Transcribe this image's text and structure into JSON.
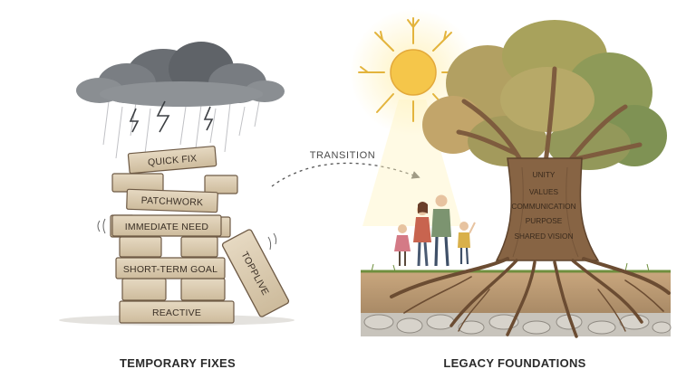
{
  "left_panel": {
    "caption": "TEMPORARY FIXES",
    "blocks": [
      "QUICK FIX",
      "PATCHWORK",
      "IMMEDIATE NEED",
      "SHORT-TERM GOAL",
      "REACTIVE"
    ],
    "falling_block": "TOPPLIVE"
  },
  "transition": {
    "label": "TRANSITION"
  },
  "right_panel": {
    "caption": "LEGACY FOUNDATIONS",
    "trunk_words": [
      "UNITY",
      "VALUES",
      "COMMUNICATION",
      "PURPOSE",
      "SHARED VISION"
    ]
  },
  "colors": {
    "wood": "#dccdb4",
    "wood_edge": "#6e5a45",
    "storm_cloud": "#6f7378",
    "sun": "#f5c64a",
    "foliage": "#9aa05a",
    "trunk": "#7e5c3e"
  },
  "icons": [
    "storm-cloud-icon",
    "lightning-icon",
    "sun-icon",
    "tree-icon",
    "family-icon",
    "arrow-icon"
  ]
}
